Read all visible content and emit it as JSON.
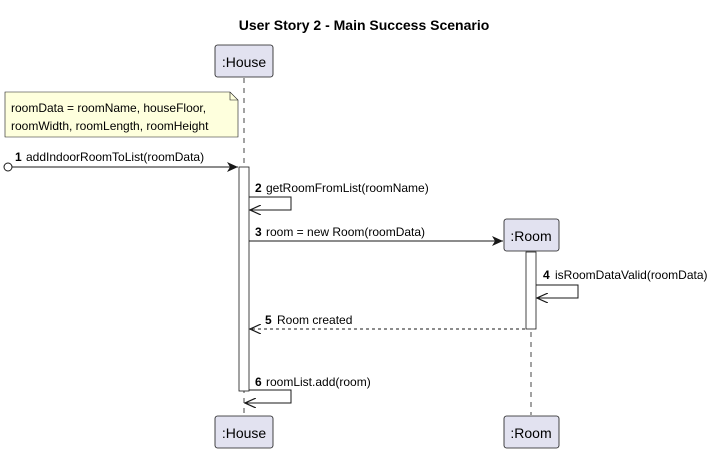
{
  "diagram": {
    "title": "User Story 2 - Main Success Scenario",
    "participants": {
      "house": {
        "name": ":House"
      },
      "room": {
        "name": ":Room"
      }
    },
    "note": {
      "line1": "roomData = roomName, houseFloor,",
      "line2": "roomWidth, roomLength, roomHeight"
    },
    "messages": [
      {
        "num": "1",
        "text": "addIndoorRoomToList(roomData)"
      },
      {
        "num": "2",
        "text": "getRoomFromList(roomName)"
      },
      {
        "num": "3",
        "text": "room = new Room(roomData)"
      },
      {
        "num": "4",
        "text": "isRoomDataValid(roomData)"
      },
      {
        "num": "5",
        "text": "Room created"
      },
      {
        "num": "6",
        "text": "roomList.add(room)"
      }
    ],
    "colors": {
      "participant_fill": "#E2E2F0",
      "participant_stroke": "#181818",
      "note_fill": "#FEFFDD",
      "note_stroke": "#181818",
      "lifeline": "#181818",
      "text": "#000000"
    }
  }
}
